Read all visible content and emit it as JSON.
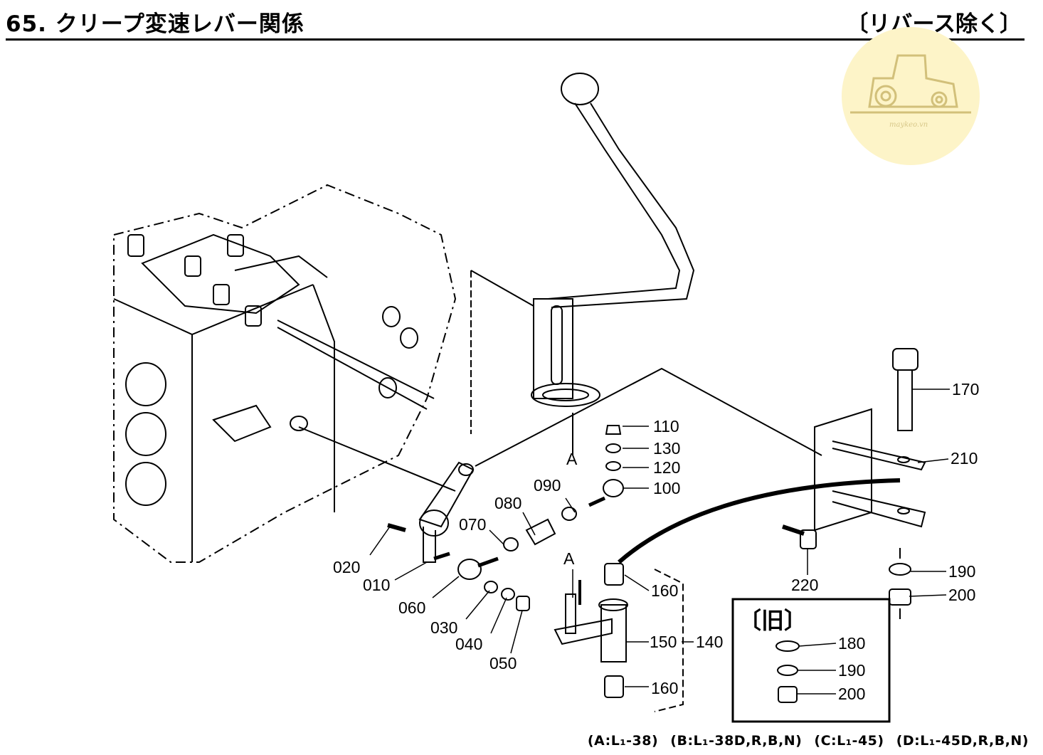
{
  "header": {
    "title": "65. クリープ変速レバー関係",
    "subtitle": "〔リバース除く〕"
  },
  "watermark": {
    "text": "maykeo.vn",
    "color": "#fdf4c8"
  },
  "old_type_box": {
    "label": "〔旧〕"
  },
  "callouts": {
    "c010": "010",
    "c020": "020",
    "c030": "030",
    "c040": "040",
    "c050": "050",
    "c060": "060",
    "c070": "070",
    "c080": "080",
    "c090": "090",
    "c100": "100",
    "c110": "110",
    "c120": "120",
    "c130": "130",
    "c140": "140",
    "c150": "150",
    "c160a": "160",
    "c160b": "160",
    "c170": "170",
    "c180": "180",
    "c190a": "190",
    "c190b": "190",
    "c200a": "200",
    "c200b": "200",
    "c210": "210",
    "c220": "220",
    "arrowA1": "A",
    "arrowA2": "A"
  },
  "footer": {
    "a": "(A:L₁-38)",
    "b": "(B:L₁-38D,R,B,N)",
    "c": "(C:L₁-45)",
    "d": "(D:L₁-45D,R,B,N)"
  }
}
